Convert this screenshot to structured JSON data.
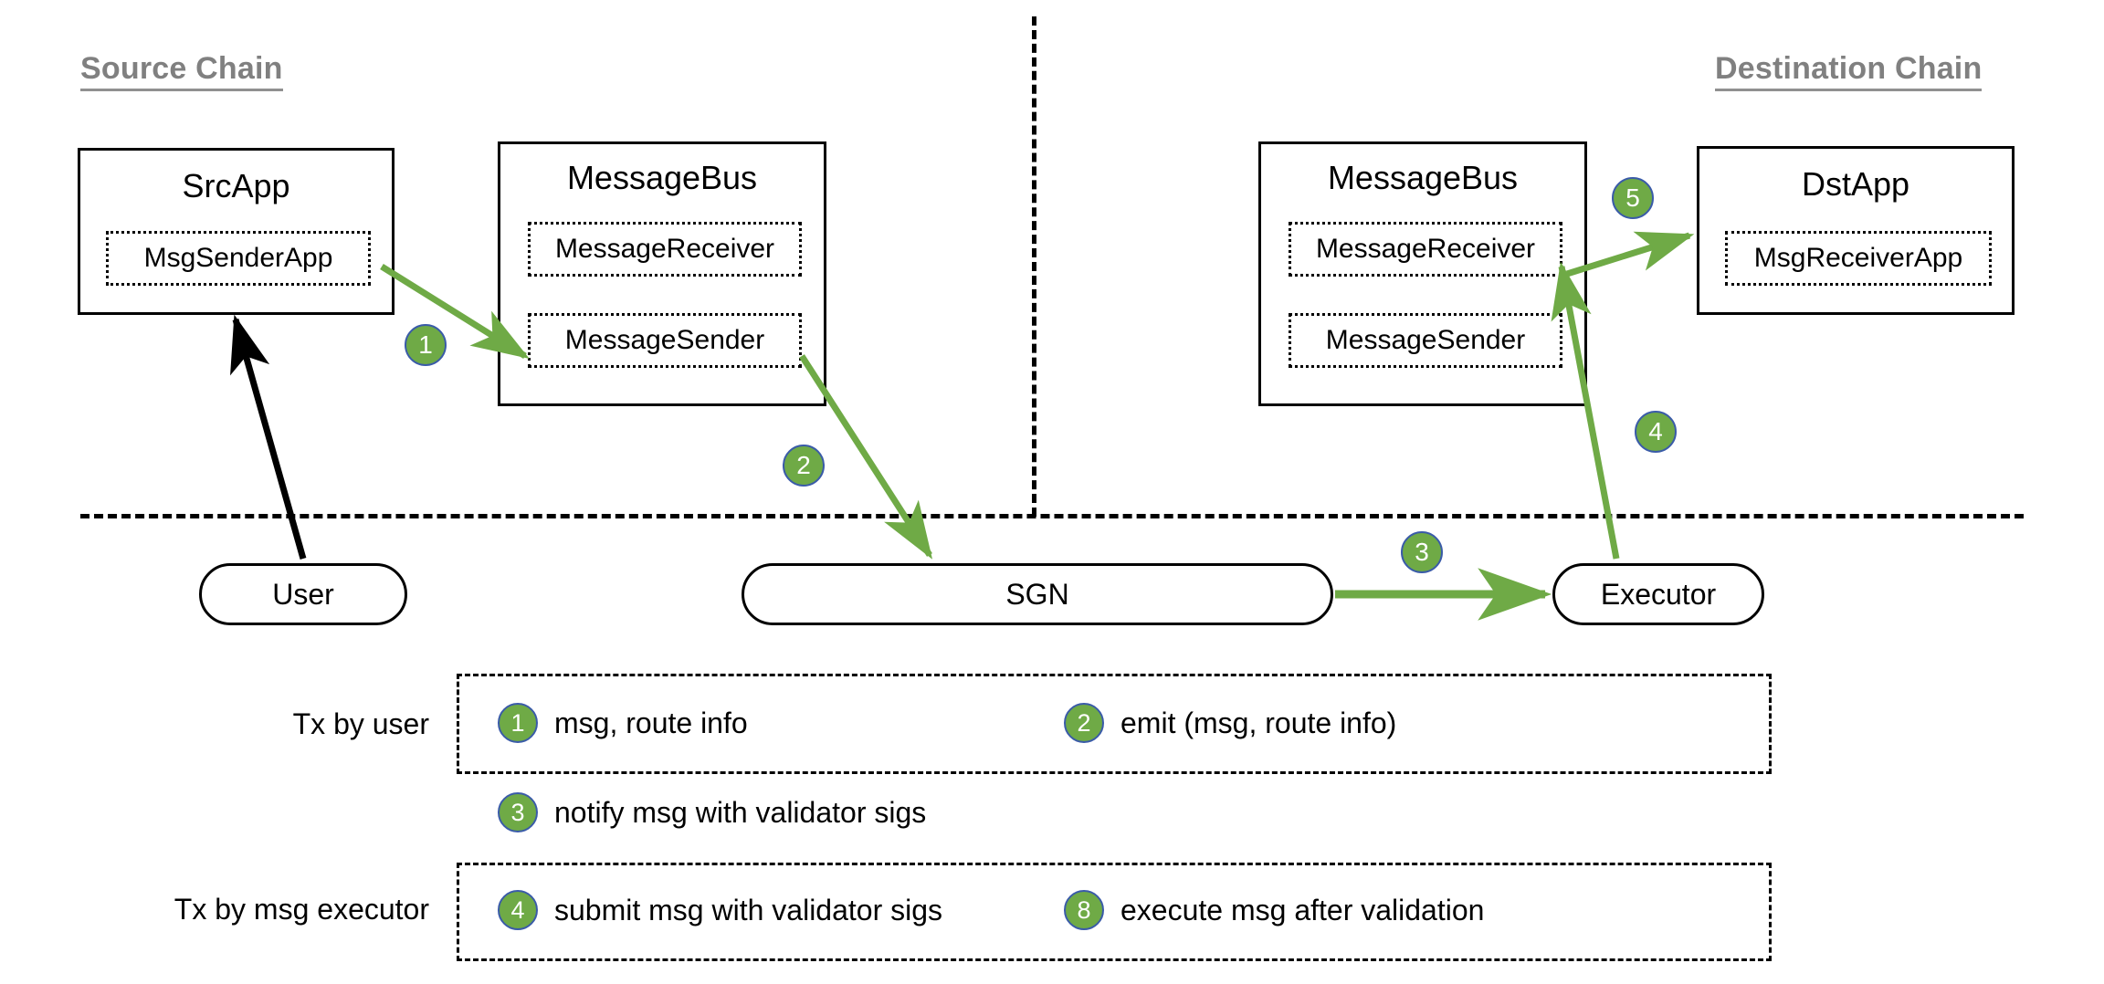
{
  "diagram": {
    "titles": {
      "source_chain": "Source Chain",
      "destination_chain": "Destination Chain"
    },
    "nodes": {
      "src_app": {
        "title": "SrcApp",
        "inner": [
          "MsgSenderApp"
        ]
      },
      "src_message_bus": {
        "title": "MessageBus",
        "inner": [
          "MessageReceiver",
          "MessageSender"
        ]
      },
      "dst_message_bus": {
        "title": "MessageBus",
        "inner": [
          "MessageReceiver",
          "MessageSender"
        ]
      },
      "dst_app": {
        "title": "DstApp",
        "inner": [
          "MsgReceiverApp"
        ]
      },
      "user": {
        "label": "User"
      },
      "sgn": {
        "label": "SGN"
      },
      "executor": {
        "label": "Executor"
      }
    },
    "flow_badges": [
      {
        "id": "flow-1",
        "number": "1"
      },
      {
        "id": "flow-2",
        "number": "2"
      },
      {
        "id": "flow-3",
        "number": "3"
      },
      {
        "id": "flow-4",
        "number": "4"
      },
      {
        "id": "flow-5",
        "number": "5"
      }
    ],
    "legend": {
      "row_labels": {
        "tx_by_user": "Tx by user",
        "tx_by_msg_executor": "Tx by msg executor"
      },
      "items": [
        {
          "number": "1",
          "text": "msg, route info"
        },
        {
          "number": "2",
          "text": "emit (msg, route info)"
        },
        {
          "number": "3",
          "text": "notify msg with validator sigs"
        },
        {
          "number": "4",
          "text": "submit msg with validator sigs"
        },
        {
          "number": "8",
          "text": "execute msg after validation"
        }
      ]
    },
    "colors": {
      "badge_fill": "#6FAA46",
      "badge_stroke": "#3A5BA8",
      "arrow_green": "#6FAA46",
      "arrow_black": "#000000",
      "title_gray": "#808080"
    }
  }
}
